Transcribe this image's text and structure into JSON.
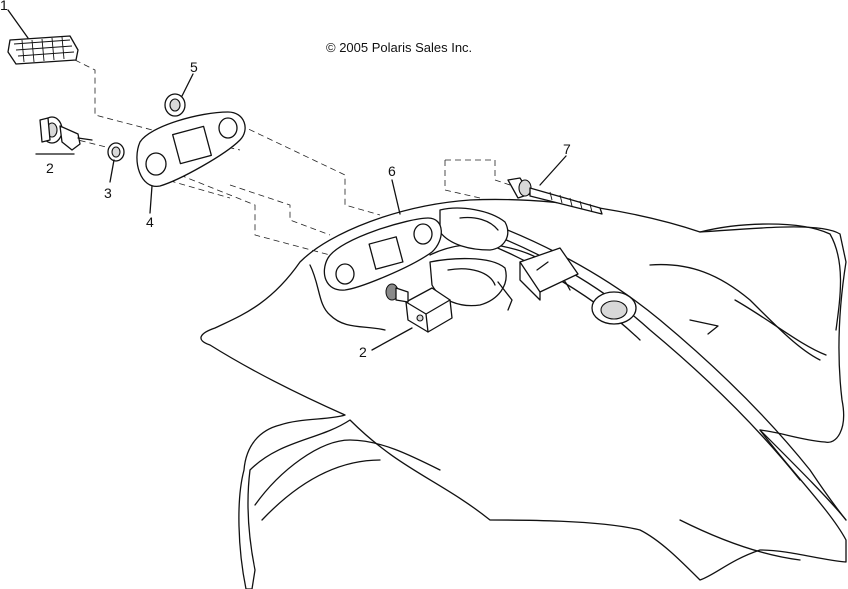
{
  "copyright": "© 2005 Polaris Sales Inc.",
  "callouts": [
    {
      "id": "c1",
      "label": "1"
    },
    {
      "id": "c2a",
      "label": "2"
    },
    {
      "id": "c3",
      "label": "3"
    },
    {
      "id": "c4",
      "label": "4"
    },
    {
      "id": "c5",
      "label": "5"
    },
    {
      "id": "c6",
      "label": "6"
    },
    {
      "id": "c7",
      "label": "7"
    },
    {
      "id": "c2b",
      "label": "2"
    }
  ]
}
